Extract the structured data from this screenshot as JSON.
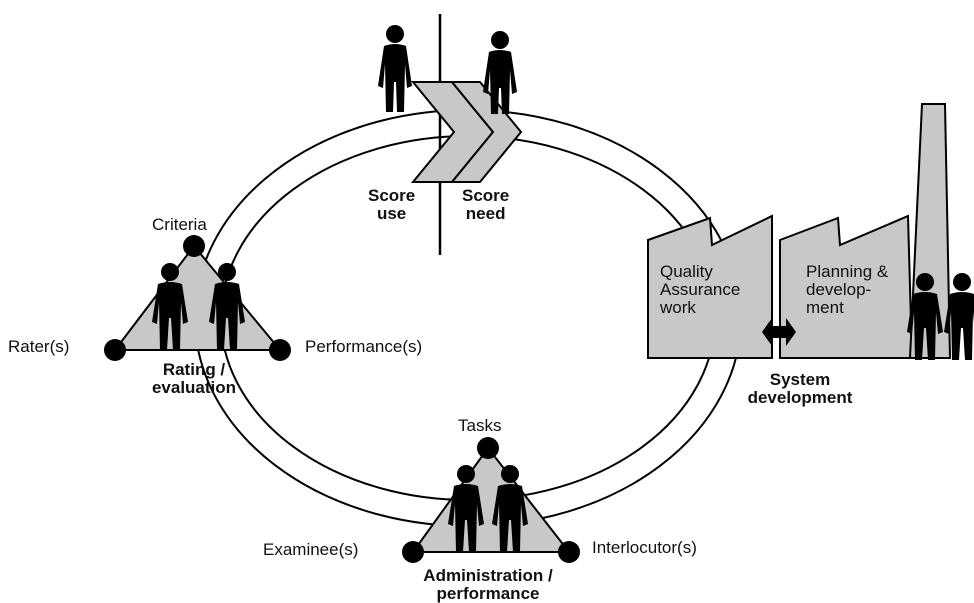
{
  "colors": {
    "fill": "#c8c8c8",
    "ink": "#000000",
    "background": "#ffffff"
  },
  "top": {
    "score_use": [
      "Score",
      "use"
    ],
    "score_need": [
      "Score",
      "need"
    ]
  },
  "rating": {
    "vertex_top": "Criteria",
    "vertex_left": "Rater(s)",
    "vertex_right": "Performance(s)",
    "title": [
      "Rating /",
      "evaluation"
    ]
  },
  "administration": {
    "vertex_top": "Tasks",
    "vertex_left": "Examinee(s)",
    "vertex_right": "Interlocutor(s)",
    "title": [
      "Administration /",
      "performance"
    ]
  },
  "factory": {
    "left_panel": [
      "Quality",
      "Assurance",
      "work"
    ],
    "right_panel": [
      "Planning &",
      "develop-",
      "ment"
    ],
    "title": [
      "System",
      "development"
    ]
  }
}
